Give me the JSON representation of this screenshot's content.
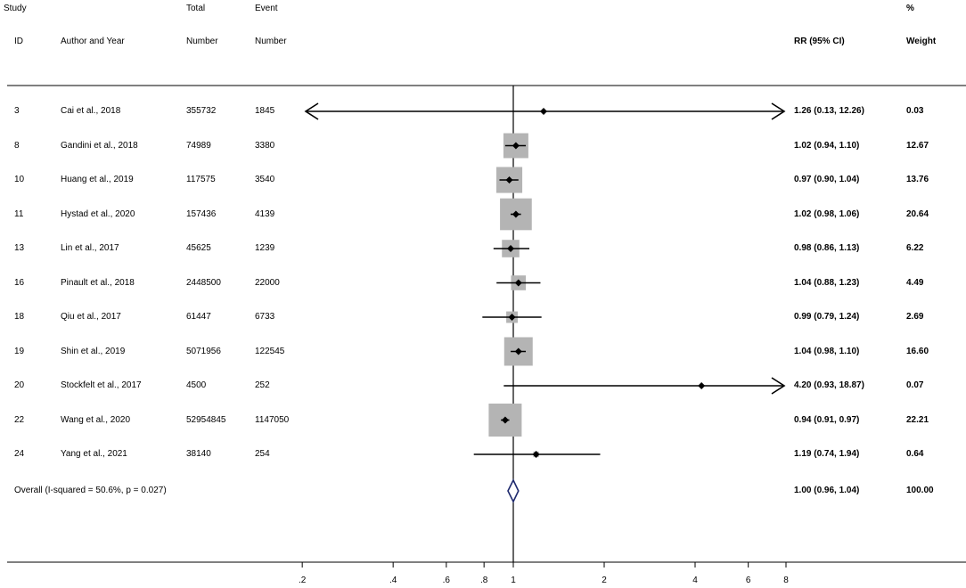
{
  "header": {
    "row1": {
      "study": "Study",
      "total": "Total",
      "event": "Event",
      "pct": "%"
    },
    "row2": {
      "id": "ID",
      "author": "Author and Year",
      "number1": "Number",
      "number2": "Number",
      "rr": "RR (95% CI)",
      "weight": "Weight"
    }
  },
  "chart_data": {
    "type": "forest",
    "x_scale": "log",
    "xlim": [
      0.2,
      8
    ],
    "reference_line": 1,
    "x_ticks": [
      {
        "value": 0.2,
        "label": ".2"
      },
      {
        "value": 0.4,
        "label": ".4"
      },
      {
        "value": 0.6,
        "label": ".6"
      },
      {
        "value": 0.8,
        "label": ".8"
      },
      {
        "value": 1,
        "label": "1"
      },
      {
        "value": 2,
        "label": "2"
      },
      {
        "value": 4,
        "label": "4"
      },
      {
        "value": 6,
        "label": "6"
      },
      {
        "value": 8,
        "label": "8"
      }
    ],
    "studies": [
      {
        "id": "3",
        "author": "Cai et al., 2018",
        "total": "355732",
        "event": "1845",
        "rr": 1.26,
        "lo": 0.13,
        "hi": 12.26,
        "ci_text": "1.26 (0.13, 12.26)",
        "weight": 0.03,
        "weight_text": "0.03",
        "arrow_left": true,
        "arrow_right": true
      },
      {
        "id": "8",
        "author": "Gandini et al., 2018",
        "total": "74989",
        "event": "3380",
        "rr": 1.02,
        "lo": 0.94,
        "hi": 1.1,
        "ci_text": "1.02 (0.94, 1.10)",
        "weight": 12.67,
        "weight_text": "12.67"
      },
      {
        "id": "10",
        "author": "Huang et al., 2019",
        "total": "117575",
        "event": "3540",
        "rr": 0.97,
        "lo": 0.9,
        "hi": 1.04,
        "ci_text": "0.97 (0.90, 1.04)",
        "weight": 13.76,
        "weight_text": "13.76"
      },
      {
        "id": "11",
        "author": "Hystad et al., 2020",
        "total": "157436",
        "event": "4139",
        "rr": 1.02,
        "lo": 0.98,
        "hi": 1.06,
        "ci_text": "1.02 (0.98, 1.06)",
        "weight": 20.64,
        "weight_text": "20.64"
      },
      {
        "id": "13",
        "author": "Lin et al., 2017",
        "total": "45625",
        "event": "1239",
        "rr": 0.98,
        "lo": 0.86,
        "hi": 1.13,
        "ci_text": "0.98 (0.86, 1.13)",
        "weight": 6.22,
        "weight_text": "6.22"
      },
      {
        "id": "16",
        "author": "Pinault et al., 2018",
        "total": "2448500",
        "event": "22000",
        "rr": 1.04,
        "lo": 0.88,
        "hi": 1.23,
        "ci_text": "1.04 (0.88, 1.23)",
        "weight": 4.49,
        "weight_text": "4.49"
      },
      {
        "id": "18",
        "author": "Qiu et al., 2017",
        "total": "61447",
        "event": "6733",
        "rr": 0.99,
        "lo": 0.79,
        "hi": 1.24,
        "ci_text": "0.99 (0.79, 1.24)",
        "weight": 2.69,
        "weight_text": "2.69"
      },
      {
        "id": "19",
        "author": "Shin et al., 2019",
        "total": "5071956",
        "event": "122545",
        "rr": 1.04,
        "lo": 0.98,
        "hi": 1.1,
        "ci_text": "1.04 (0.98, 1.10)",
        "weight": 16.6,
        "weight_text": "16.60"
      },
      {
        "id": "20",
        "author": "Stockfelt et al., 2017",
        "total": "4500",
        "event": "252",
        "rr": 4.2,
        "lo": 0.93,
        "hi": 18.87,
        "ci_text": "4.20 (0.93, 18.87)",
        "weight": 0.07,
        "weight_text": "0.07",
        "arrow_right": true
      },
      {
        "id": "22",
        "author": "Wang et al., 2020",
        "total": "52954845",
        "event": "1147050",
        "rr": 0.94,
        "lo": 0.91,
        "hi": 0.97,
        "ci_text": "0.94 (0.91, 0.97)",
        "weight": 22.21,
        "weight_text": "22.21"
      },
      {
        "id": "24",
        "author": "Yang et al., 2021",
        "total": "38140",
        "event": "254",
        "rr": 1.19,
        "lo": 0.74,
        "hi": 1.94,
        "ci_text": "1.19 (0.74, 1.94)",
        "weight": 0.64,
        "weight_text": "0.64"
      }
    ],
    "overall": {
      "label": "Overall  (I-squared = 50.6%, p = 0.027)",
      "rr": 1.0,
      "lo": 0.96,
      "hi": 1.04,
      "ci_text": "1.00 (0.96, 1.04)",
      "weight_text": "100.00"
    },
    "colors": {
      "box": "#b4b4b4",
      "line": "#000000",
      "diamond": "#1f2a6e"
    }
  }
}
